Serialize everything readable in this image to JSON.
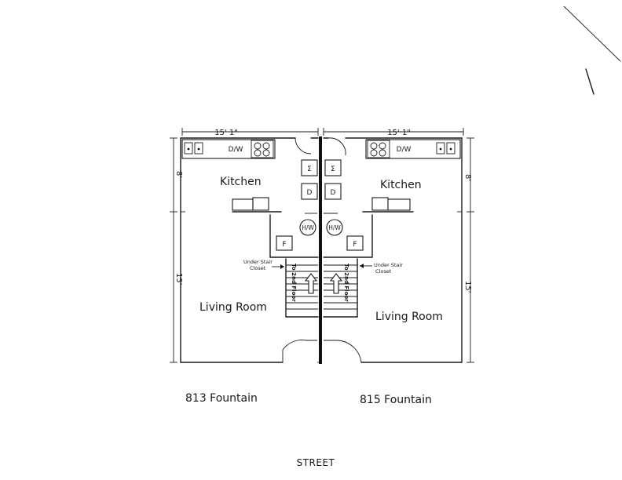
{
  "plan": {
    "left_unit": {
      "width_dim": "15' 1\"",
      "kitchen_depth_dim": "8'",
      "living_depth_dim": "15'",
      "kitchen_label": "Kitchen",
      "living_label": "Living Room",
      "dishwasher_label": "D/W",
      "dryer_label": "D",
      "heater_label": "H/W",
      "furnace_label": "F",
      "closet_label_line1": "Under Stair",
      "closet_label_line2": "Closet",
      "stair_label": "To 2nd Floor",
      "address": "813 Fountain"
    },
    "right_unit": {
      "width_dim": "15' 1\"",
      "kitchen_depth_dim": "8'",
      "living_depth_dim": "15'",
      "kitchen_label": "Kitchen",
      "living_label": "Living Room",
      "dishwasher_label": "D/W",
      "dryer_label": "D",
      "heater_label": "H/W",
      "furnace_label": "F",
      "closet_label_line1": "Under Stair",
      "closet_label_line2": "Closet",
      "stair_label": "To 2nd Floor",
      "address": "815 Fountain"
    },
    "street_label": "STREET"
  }
}
